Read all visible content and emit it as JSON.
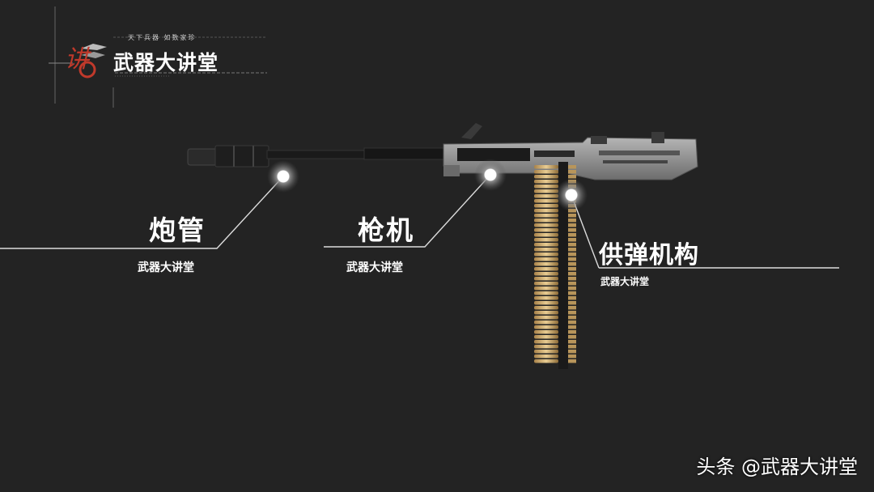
{
  "logo": {
    "emblem_text": "讲",
    "slogan": "天下兵器  如数家珍",
    "title": "武器大讲堂"
  },
  "parts": [
    {
      "id": "barrel",
      "label": "炮管",
      "sublabel": "武器大讲堂"
    },
    {
      "id": "bolt",
      "label": "枪机",
      "sublabel": "武器大讲堂"
    },
    {
      "id": "feed",
      "label": "供弹机构",
      "sublabel": "武器大讲堂"
    }
  ],
  "watermark": "头条 @武器大讲堂",
  "colors": {
    "background": "#232323",
    "gun_body": "#8c8c8c",
    "ammo_brass": "#c9a86a",
    "accent_red": "#c0392b"
  },
  "icons": [
    "hotspot-icon",
    "emblem-icon"
  ]
}
